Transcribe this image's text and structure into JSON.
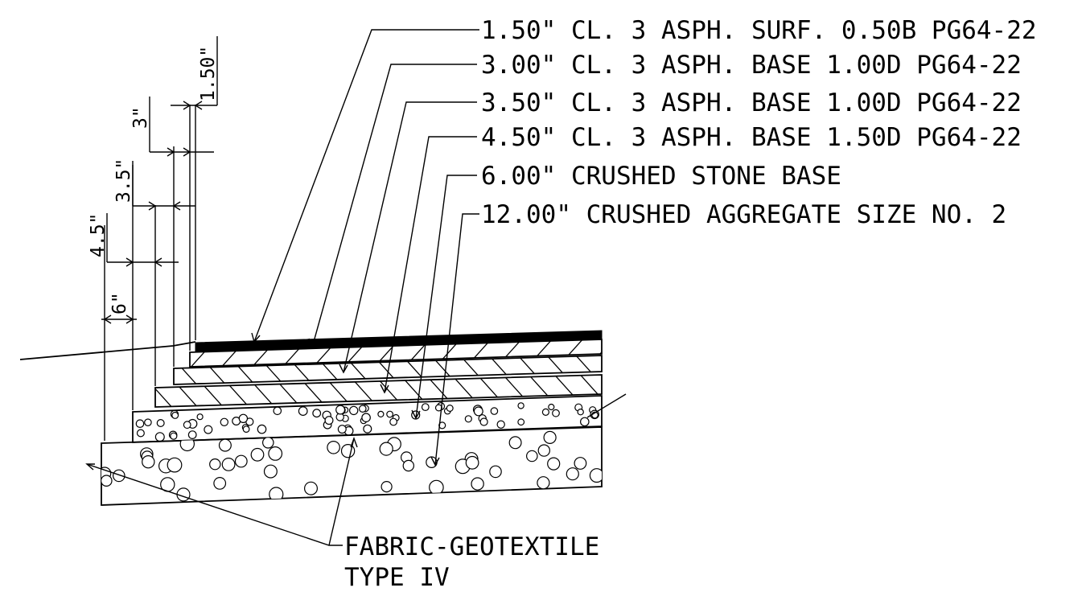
{
  "callouts": [
    "1.50\" CL. 3 ASPH. SURF. 0.50B PG64-22",
    "3.00\" CL. 3 ASPH. BASE 1.00D PG64-22",
    "3.50\" CL. 3 ASPH. BASE 1.00D PG64-22",
    "4.50\" CL. 3 ASPH. BASE 1.50D PG64-22",
    "6.00\" CRUSHED STONE BASE",
    "12.00\" CRUSHED AGGREGATE SIZE NO. 2"
  ],
  "dimensions": [
    "1.50\"",
    "3\"",
    "3.5\"",
    "4.5\"",
    "6\""
  ],
  "fabric_note": [
    "FABRIC-GEOTEXTILE",
    "TYPE IV"
  ]
}
